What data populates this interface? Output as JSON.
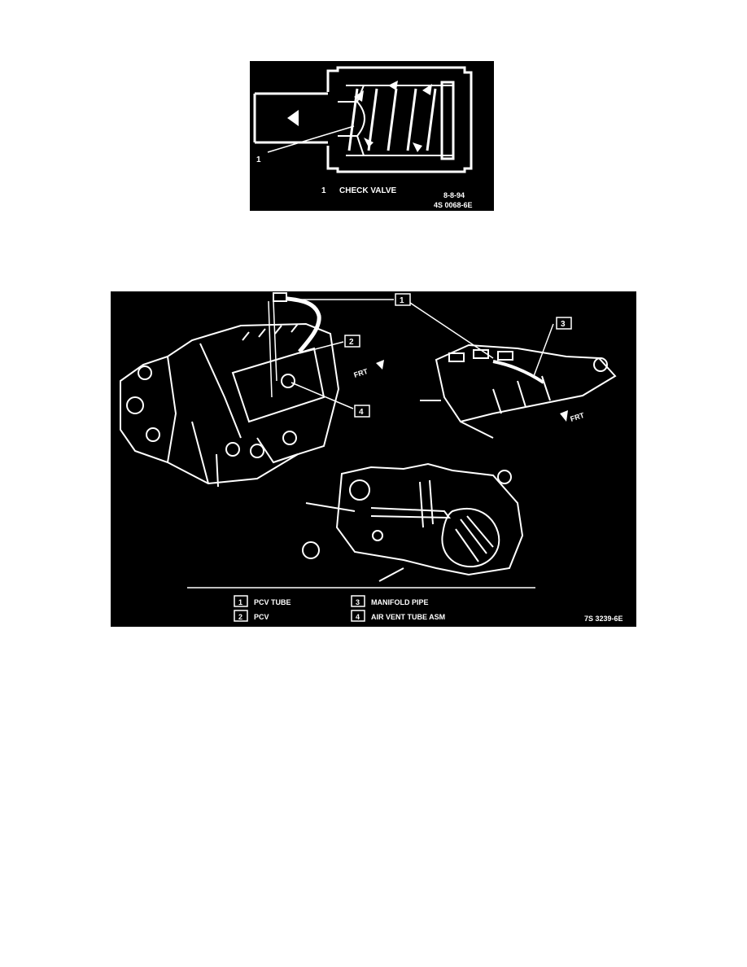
{
  "figure1": {
    "callout_number": "1",
    "legend_number": "1",
    "legend_text": "CHECK VALVE",
    "date_code": "8-8-94",
    "figure_code": "4S 0068-6E"
  },
  "figure2": {
    "callouts": [
      "1",
      "2",
      "3",
      "4"
    ],
    "direction_labels": [
      "FRT",
      "FRT"
    ],
    "legend": [
      {
        "number": "1",
        "text": "PCV TUBE"
      },
      {
        "number": "2",
        "text": "PCV"
      },
      {
        "number": "3",
        "text": "MANIFOLD PIPE"
      },
      {
        "number": "4",
        "text": "AIR VENT TUBE ASM"
      }
    ],
    "figure_code": "7S 3239-6E"
  }
}
